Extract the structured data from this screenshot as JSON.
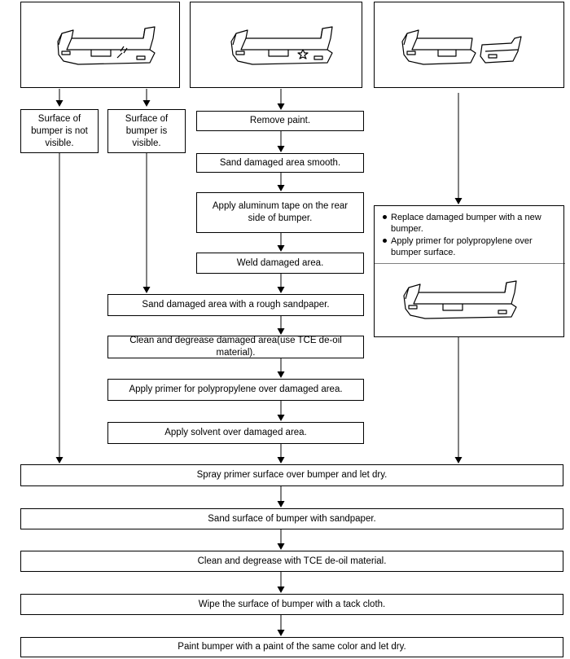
{
  "left_branch": {
    "not_visible": "Surface of bumper is not visible.",
    "visible": "Surface of bumper is visible."
  },
  "middle_steps": [
    "Remove paint.",
    "Sand damaged area smooth.",
    "Apply aluminum tape on the rear side of bumper.",
    "Weld damaged area."
  ],
  "shared_steps": [
    "Sand damaged area with a rough sandpaper.",
    "Clean and degrease damaged area(use TCE de-oil material).",
    "Apply primer for polypropylene over damaged area.",
    "Apply solvent over damaged area."
  ],
  "replace_steps": [
    "Replace damaged bumper with a new bumper.",
    "Apply primer for polypropylene over bumper surface."
  ],
  "final_steps": [
    "Spray primer surface over bumper and let dry.",
    "Sand surface of bumper with sandpaper.",
    "Clean and degrease with TCE de-oil material.",
    "Wipe the surface of bumper with a tack cloth.",
    "Paint bumper with a paint of the same color and let dry."
  ],
  "icons": {
    "bumper_scratch": "bumper-scratch-icon",
    "bumper_crack": "bumper-crack-icon",
    "bumper_broken": "bumper-broken-icon",
    "bumper_new": "bumper-new-icon"
  }
}
